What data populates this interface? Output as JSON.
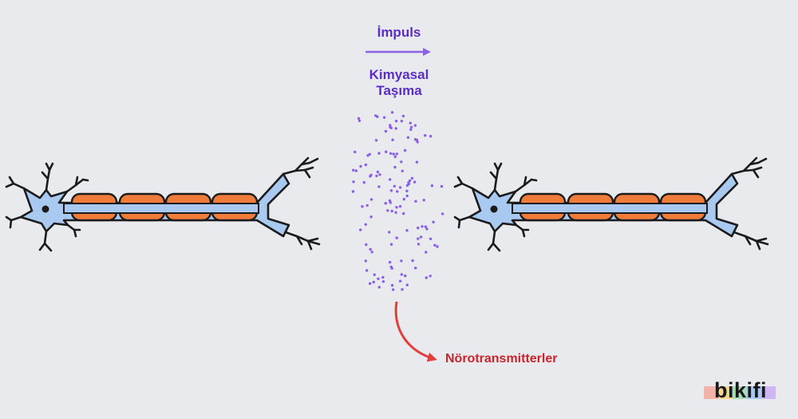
{
  "labels": {
    "impulse": "İmpuls",
    "chemical_line1": "Kimyasal",
    "chemical_line2": "Taşıma",
    "neurotransmitters": "Nörotransmitterler"
  },
  "logo": {
    "text": "bikifi"
  },
  "colors": {
    "background": "#e9eaee",
    "axon": "#a9c9f0",
    "myelin": "#f07c3c",
    "outline": "#1b1b1b",
    "impulse_arrow": "#8d63e6",
    "label_purple": "#5b2ec5",
    "dots": "#8a5fe8",
    "neurotransmitter_arrow": "#e23e3e",
    "neurotransmitter_label": "#c8262b"
  }
}
